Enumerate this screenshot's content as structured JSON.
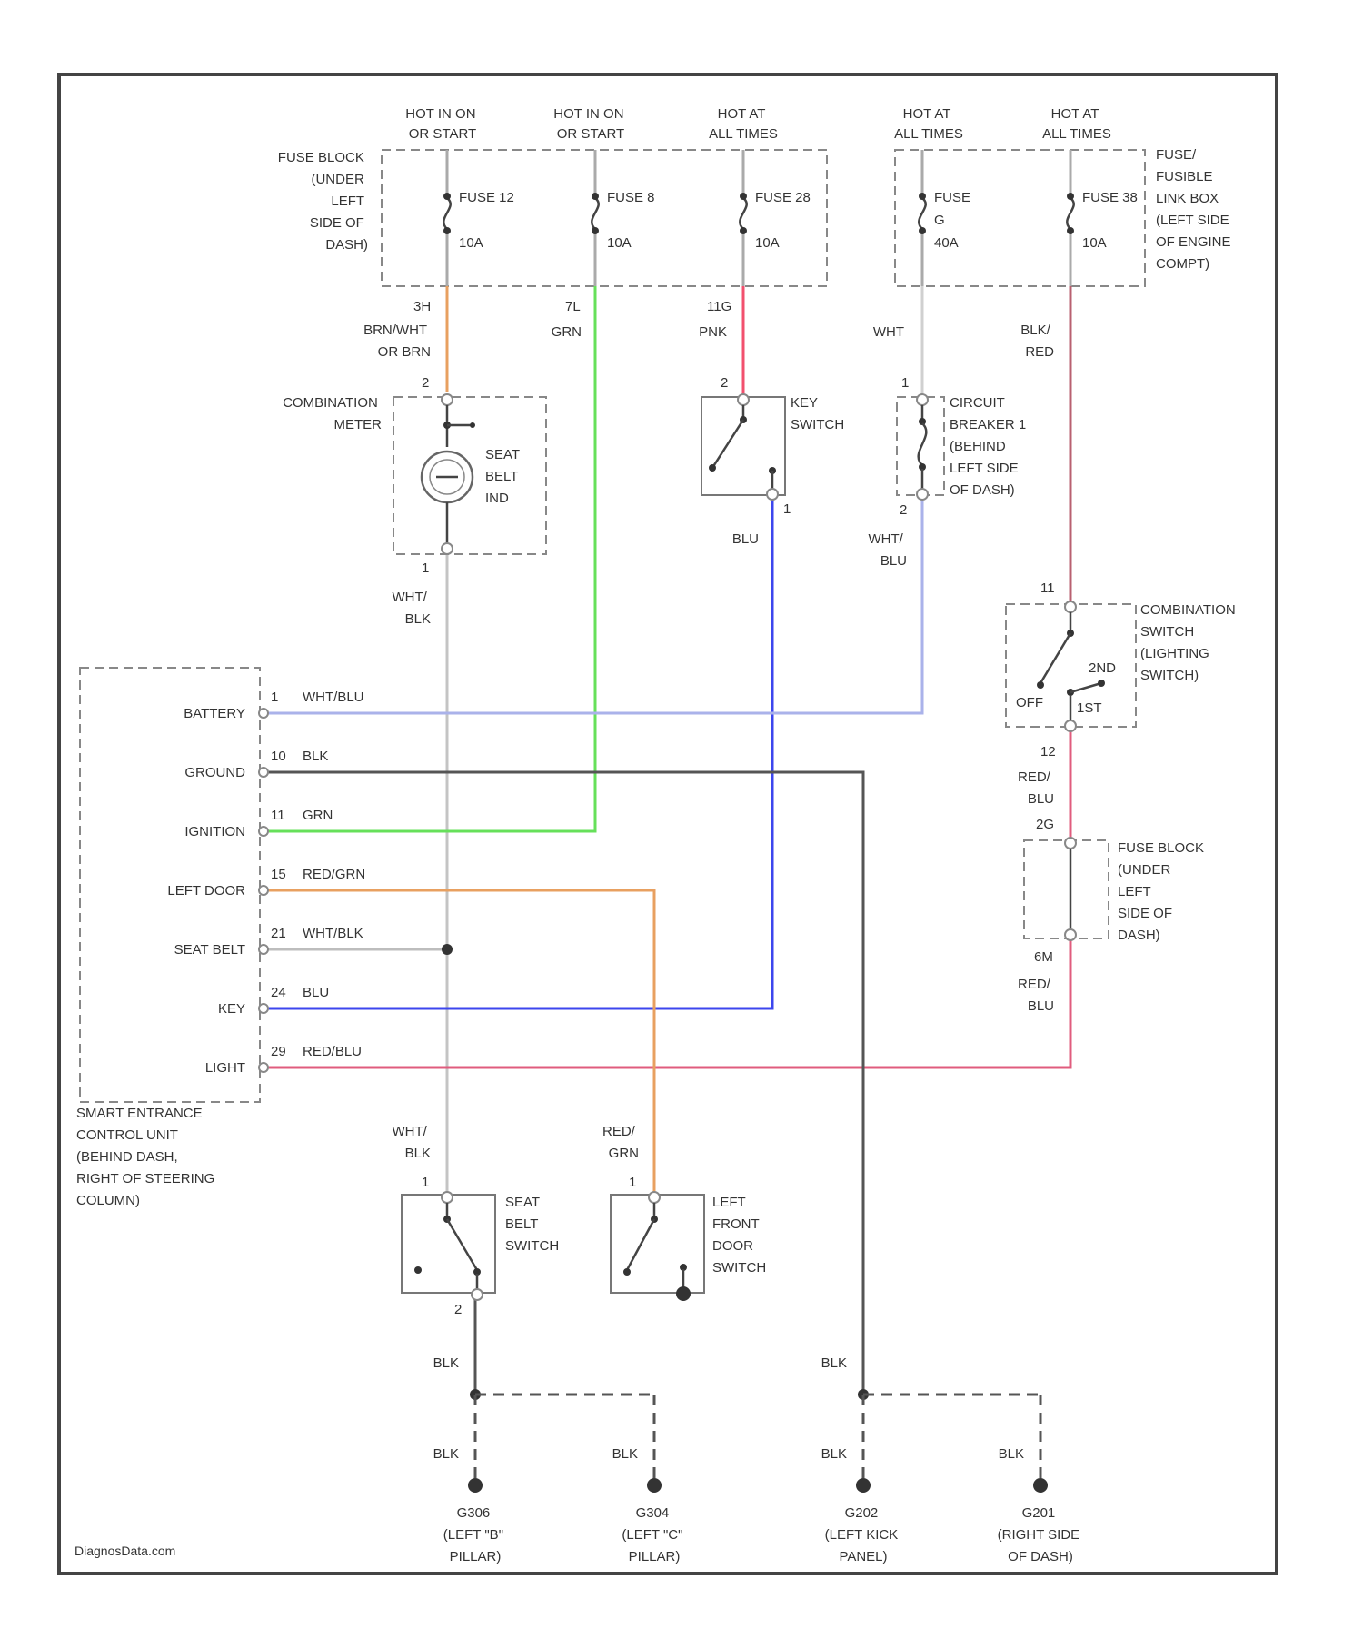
{
  "labels": {
    "hot_run_start_1": [
      "HOT IN ON",
      "OR START"
    ],
    "hot_run_start_2": [
      "HOT IN ON",
      "OR START"
    ],
    "hot_all_1": [
      "HOT AT",
      "ALL TIMES"
    ],
    "hot_all_2": [
      "HOT AT",
      "ALL TIMES"
    ],
    "hot_all_3": [
      "HOT AT",
      "ALL TIMES"
    ],
    "fuse_block_1": [
      "FUSE BLOCK",
      "(UNDER",
      "LEFT",
      "SIDE OF",
      "DASH)"
    ],
    "fuse_link_box": [
      "FUSE/",
      "FUSIBLE",
      "LINK BOX",
      "(LEFT SIDE",
      "OF ENGINE",
      "COMPT)"
    ],
    "fuse_12": [
      "FUSE 12",
      "10A"
    ],
    "fuse_8": [
      "FUSE 8",
      "10A"
    ],
    "fuse_28": [
      "FUSE 28",
      "10A"
    ],
    "fuse_g": [
      "FUSE",
      "G",
      "40A"
    ],
    "fuse_38": [
      "FUSE 38",
      "10A"
    ],
    "combination_meter": [
      "COMBINATION",
      "METER"
    ],
    "seat_belt_ind": [
      "SEAT",
      "BELT",
      "IND"
    ],
    "key_switch": [
      "KEY",
      "SWITCH"
    ],
    "circuit_breaker": [
      "CIRCUIT",
      "BREAKER 1",
      "(BEHIND",
      "LEFT SIDE",
      "OF DASH)"
    ],
    "combination_switch": [
      "COMBINATION",
      "SWITCH",
      "(LIGHTING",
      "SWITCH)"
    ],
    "fuse_block_2": [
      "FUSE BLOCK",
      "(UNDER",
      "LEFT",
      "SIDE OF",
      "DASH)"
    ],
    "smart_unit": [
      "SMART ENTRANCE",
      "CONTROL UNIT",
      "(BEHIND DASH,",
      "RIGHT OF STEERING",
      "COLUMN)"
    ],
    "seat_belt_switch": [
      "SEAT",
      "BELT",
      "SWITCH"
    ],
    "door_switch": [
      "LEFT",
      "FRONT",
      "DOOR",
      "SWITCH"
    ],
    "g_left_b": [
      "G306",
      "(LEFT \"B\"",
      "PILLAR)"
    ],
    "g_left_c": [
      "G304",
      "(LEFT \"C\"",
      "PILLAR)"
    ],
    "g_kick": [
      "G202",
      "(LEFT KICK",
      "PANEL)"
    ],
    "g_right": [
      "G201",
      "(RIGHT SIDE",
      "OF DASH)"
    ],
    "switch_off": "OFF",
    "switch_2nd": "2ND",
    "switch_1st": "1ST",
    "watermark": "DiagnosData.com"
  },
  "wire_labels": {
    "brn_or": [
      "BRN/WHT",
      "OR BRN"
    ],
    "grn": "GRN",
    "pnk": "PNK",
    "wht": "WHT",
    "blk_red": [
      "BLK/",
      "RED"
    ],
    "wht_blk_1": [
      "WHT/",
      "BLK"
    ],
    "blu": "BLU",
    "wht_blu": [
      "WHT/",
      "BLU"
    ],
    "red_blu_1": [
      "RED/",
      "BLU"
    ],
    "red_blu_2": [
      "RED/",
      "BLU"
    ],
    "wht_blk_2": [
      "WHT/",
      "BLK"
    ],
    "red_grn": [
      "RED/",
      "GRN"
    ],
    "blk_1": "BLK",
    "blk_2": "BLK",
    "blk_3": "BLK",
    "blk_4": "BLK",
    "blk_5": "BLK",
    "blk_6": "BLK"
  },
  "pins": {
    "fuse12_out": "3H",
    "fuse8_out": "7L",
    "fuse28_out": "11G",
    "meter_in": "2",
    "meter_out": "1",
    "key_in": "2",
    "key_out": "1",
    "cb_in": "1",
    "cb_out": "2",
    "comb_in": "11",
    "comb_out": "12",
    "fb2_in": "2G",
    "fb2_out": "6M",
    "sb_in": "1",
    "sb_out": "2",
    "door_in": "1"
  },
  "control_unit_pins": [
    {
      "name": "BATTERY",
      "pin": "1",
      "wire": "WHT/BLU"
    },
    {
      "name": "GROUND",
      "pin": "10",
      "wire": "BLK"
    },
    {
      "name": "IGNITION",
      "pin": "11",
      "wire": "GRN"
    },
    {
      "name": "LEFT DOOR",
      "pin": "15",
      "wire": "RED/GRN"
    },
    {
      "name": "SEAT BELT",
      "pin": "21",
      "wire": "WHT/BLK"
    },
    {
      "name": "KEY",
      "pin": "24",
      "wire": "BLU"
    },
    {
      "name": "LIGHT",
      "pin": "29",
      "wire": "RED/BLU"
    }
  ],
  "colors": {
    "brn": "#e8a060",
    "grn": "#66e05a",
    "pnk": "#f2506e",
    "wht": "#c8c8c8",
    "blk_red": "#b86070",
    "wht_blk": "#b8b8b8",
    "blu": "#3c46ee",
    "wht_blu": "#aab2ea",
    "red_blu": "#e05c7e",
    "red_grn": "#e8a060",
    "blk": "#555555"
  }
}
